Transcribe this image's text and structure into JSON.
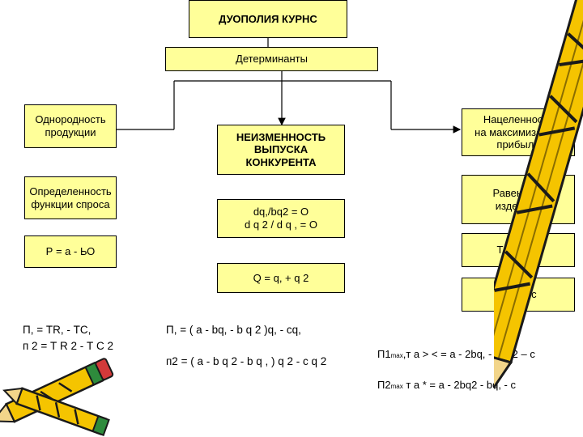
{
  "title": "ДУОПОЛИЯ КУРНС",
  "determinants": "Детерминанты",
  "left_boxes": [
    "Однородность\nпродукции",
    "Определенность\nфункции спроса",
    "Р = а - ЬО"
  ],
  "center_boxes": [
    "НЕИЗМЕННОСТЬ\nВЫПУСКА\nКОНКУРЕНТА",
    "dq,/bq2 = О\nd q 2 / d q , = О",
    "Q = q, + q 2"
  ],
  "right_boxes": [
    "Нацеленность\nна максимизацию\nприбыли",
    "Равенство\nиздержек",
    "ТС, = cq,",
    "МС, = с"
  ],
  "formulas": {
    "left": "П, = TR, - ТС,\nп 2 = Т R 2 - Т С 2",
    "middle": "П, = ( а - bq, - b q 2 )q, - cq,\n\nп2 = ( а - b q 2 - b q , ) q 2 - c q 2",
    "right_line1_prefix": "П1",
    "right_line1_sub": "max",
    "right_line1_rest": ",т а > < = а - 2bq, - b q 2 – c",
    "right_line2_prefix": "П2",
    "right_line2_sub": "max",
    "right_line2_rest": " т а * = а - 2bq2 - bq, - с"
  },
  "colors": {
    "box_fill": "#ffff99",
    "pencil_body": "#f5c400",
    "pencil_dark": "#1a1a1a",
    "eraser": "#d23a3a",
    "ferrule": "#2e8b3c"
  }
}
